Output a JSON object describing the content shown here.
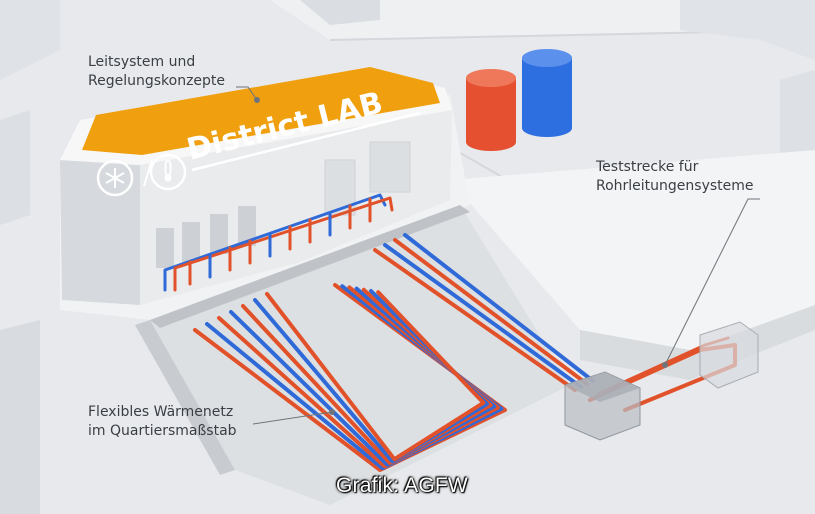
{
  "labels": {
    "control": [
      "Leitsystem und",
      "Regelungskonzepte"
    ],
    "test_section": [
      "Teststrecke für",
      "Rohrleitungensysteme"
    ],
    "network": [
      "Flexibles Wärmenetz",
      "im Quartiersmaßstab"
    ]
  },
  "sign": {
    "title": "District LAB",
    "color": "#f0a00f"
  },
  "credit": "Grafik: AGFW",
  "colors": {
    "red_pipe": "#e2522a",
    "blue_pipe": "#2f6ad8",
    "red_tank": "#e55130",
    "blue_tank": "#2d6fe0",
    "building": "#f4f5f6"
  },
  "icons": [
    "snowflake-icon",
    "thermometer-icon"
  ]
}
